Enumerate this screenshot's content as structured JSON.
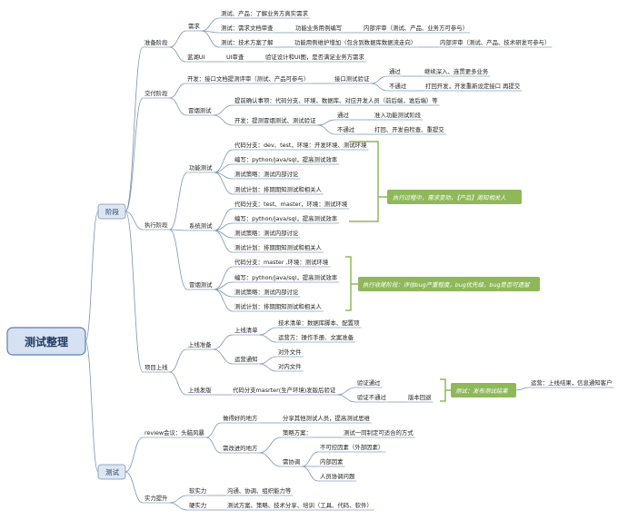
{
  "root": "测试整理",
  "nodes": [
    {
      "id": "stage",
      "text": "阶段"
    },
    {
      "id": "s_prep",
      "text": "准备阶段"
    },
    {
      "id": "s_req",
      "text": "需求"
    },
    {
      "id": "s_req1",
      "text": "测试、产品：了解业务方真实需求"
    },
    {
      "id": "s_req2",
      "text": "测试：需求文档审查"
    },
    {
      "id": "s_req2a",
      "text": "功能业务用例编写"
    },
    {
      "id": "s_req2b",
      "text": "内部评审（测试、产品、业务方可参与）"
    },
    {
      "id": "s_req3",
      "text": "测试：技术方案了解"
    },
    {
      "id": "s_req3a",
      "text": "功能用例维护增加（包含到数据库数据流走向）"
    },
    {
      "id": "s_req3b",
      "text": "内部评审（测试、产品、技术研发可参与）"
    },
    {
      "id": "s_ui",
      "text": "蓝湖UI"
    },
    {
      "id": "s_ui1",
      "text": "UI审查"
    },
    {
      "id": "s_ui2",
      "text": "验证设计和UI图，是否满足业务方需求"
    },
    {
      "id": "s_deliver",
      "text": "交付阶段"
    },
    {
      "id": "d_dev",
      "text": "开发：接口文档提测评审（测试、产品可参与）"
    },
    {
      "id": "d_api",
      "text": "接口测试验证"
    },
    {
      "id": "d_pass",
      "text": "通过"
    },
    {
      "id": "d_pass1",
      "text": "继续深入、连贯更多业务"
    },
    {
      "id": "d_fail",
      "text": "不通过"
    },
    {
      "id": "d_fail1",
      "text": "打回开发，开发重新设定接口 再提交"
    },
    {
      "id": "d_smoke",
      "text": "冒烟测试"
    },
    {
      "id": "d_sm1",
      "text": "提前确认事项：代码分支、环境、数据库、对应开发人员（前后端，谁后端）等"
    },
    {
      "id": "d_sm2",
      "text": "开发：提测冒烟测试、测试验证"
    },
    {
      "id": "d_sm2p",
      "text": "通过"
    },
    {
      "id": "d_sm2p1",
      "text": "准入功能测试阶段"
    },
    {
      "id": "d_sm2f",
      "text": "不通过"
    },
    {
      "id": "d_sm2f1",
      "text": "打回、开发自检查、重提交"
    },
    {
      "id": "s_exec",
      "text": "执行阶段"
    },
    {
      "id": "e_func",
      "text": "功能测试"
    },
    {
      "id": "e_f1",
      "text": "代码分支：dev、test，环境：开发环境、测试环境"
    },
    {
      "id": "e_f2",
      "text": "编写：python/java/sql，提高测试效率"
    },
    {
      "id": "e_f3",
      "text": "测试策略：测试内部讨论"
    },
    {
      "id": "e_f4",
      "text": "测试计划：排期期知测试和相关人"
    },
    {
      "id": "e_sys",
      "text": "系统测试"
    },
    {
      "id": "e_s1",
      "text": "代码分支：test、master，环境：测试环境"
    },
    {
      "id": "e_s2",
      "text": "编写：python/java/sql，提高测试效率"
    },
    {
      "id": "e_s3",
      "text": "测试策略：测试内部讨论"
    },
    {
      "id": "e_s4",
      "text": "测试计划：排期期知测试和相关人"
    },
    {
      "id": "e_smoke",
      "text": "冒烟测试"
    },
    {
      "id": "e_m1",
      "text": "代码分支：master ,环境：测试环境"
    },
    {
      "id": "e_m2",
      "text": "编写：python/java/sql，提高测试效率"
    },
    {
      "id": "e_m3",
      "text": "测试策略：测试内部讨论"
    },
    {
      "id": "e_m4",
      "text": "测试计划：排期期知测试和相关人"
    },
    {
      "id": "s_launch",
      "text": "项目上线"
    },
    {
      "id": "l_prep",
      "text": "上线准备"
    },
    {
      "id": "l_list",
      "text": "上线清单"
    },
    {
      "id": "l_list1",
      "text": "技术清单：数据库脚本、配置项"
    },
    {
      "id": "l_list2",
      "text": "运营方：操作手册、文案准备"
    },
    {
      "id": "l_notice",
      "text": "运营通知"
    },
    {
      "id": "l_notice1",
      "text": "对外文件"
    },
    {
      "id": "l_notice2",
      "text": "对内文件"
    },
    {
      "id": "l_release",
      "text": "上线发版"
    },
    {
      "id": "l_rel1",
      "text": "代码分支masrter(生产环境)发版后验证"
    },
    {
      "id": "l_pass",
      "text": "验证通过"
    },
    {
      "id": "l_fail",
      "text": "验证不通过"
    },
    {
      "id": "l_rollback",
      "text": "版本回退"
    },
    {
      "id": "l_ops",
      "text": "运营：上线结果，信息通知客户"
    },
    {
      "id": "test",
      "text": "测试"
    },
    {
      "id": "t_review",
      "text": "review会议：头脑风暴"
    },
    {
      "id": "t_good",
      "text": "做得好的地方"
    },
    {
      "id": "t_good1",
      "text": "分享其他测试人员，提高测试思维"
    },
    {
      "id": "t_imp",
      "text": "需改进的地方"
    },
    {
      "id": "t_strategy",
      "text": "策略方案："
    },
    {
      "id": "t_strategy1",
      "text": "测试一同制定可适合的方式"
    },
    {
      "id": "t_coord",
      "text": "需协调"
    },
    {
      "id": "t_coord1",
      "text": "不可控因素（外部因素）"
    },
    {
      "id": "t_coord2",
      "text": "内部因素"
    },
    {
      "id": "t_coord3",
      "text": "人员协调问题"
    },
    {
      "id": "t_skill",
      "text": "实力提升"
    },
    {
      "id": "t_soft",
      "text": "软实力"
    },
    {
      "id": "t_soft1",
      "text": "沟通、协调、组织能力等"
    },
    {
      "id": "t_hard",
      "text": "硬实力"
    },
    {
      "id": "t_hard1",
      "text": "测试方案、策略、技术分享、培训（工具、代码、软件）"
    }
  ],
  "summaries": [
    {
      "id": "sum1",
      "text": "执行过程中，需求变动，【产品】周知相关人"
    },
    {
      "id": "sum2",
      "text": "执行收尾阶段：评估bug严重程度，bug优先级，bug是否可遗留"
    },
    {
      "id": "sum3",
      "text": "测试：发布测试结果"
    }
  ],
  "colors": {
    "root_fill": "#d6e2f2",
    "root_border": "#5b7fb4",
    "root_text": "#1f3a63",
    "branch_line": "#7a93b5",
    "summary_fill": "#8fb85a",
    "summary_text": "#ffffff",
    "summary_bracket": "#8fb85a"
  }
}
